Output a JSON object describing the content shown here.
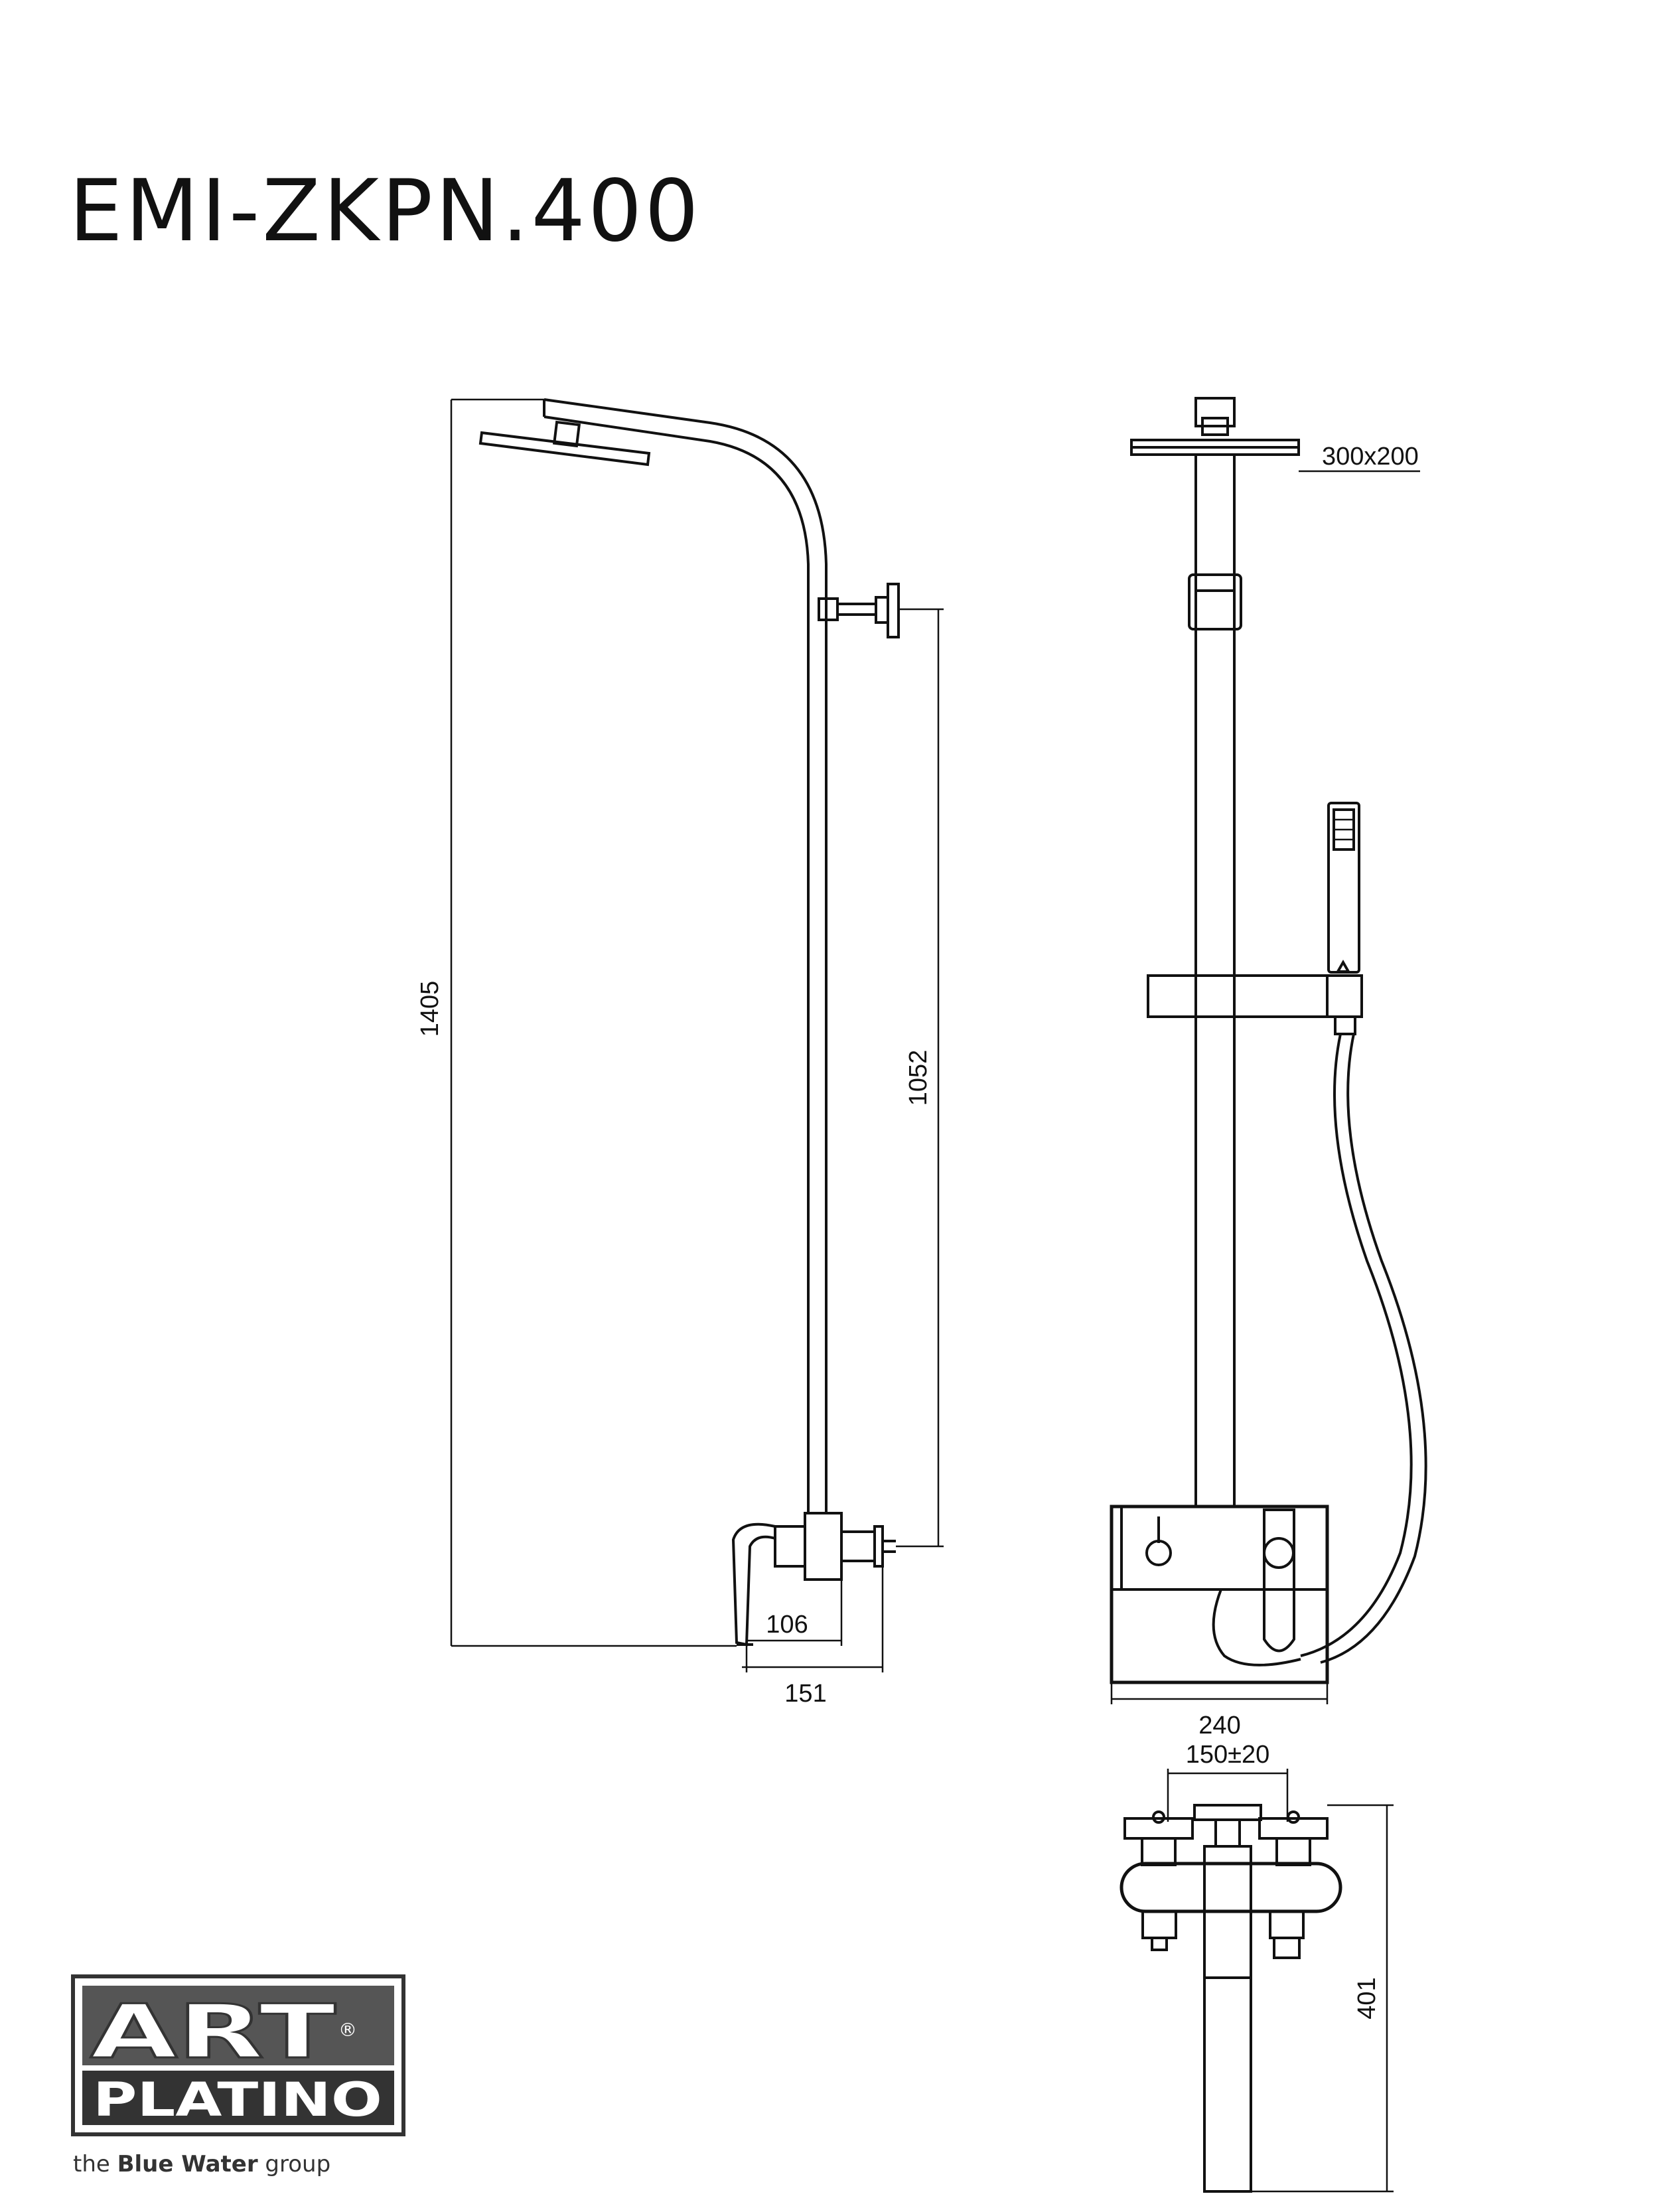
{
  "title": "EMI-ZKPN.400",
  "dimensions": {
    "total_height": "1405",
    "arm_to_mixer": "1052",
    "depth_106": "106",
    "depth_151": "151",
    "head_size": "300x200",
    "width": "240",
    "spacing": "150±20",
    "mixer_height": "401"
  },
  "logo": {
    "line1": "ART",
    "registered": "®",
    "line2": "PLATINO",
    "tagline_pre": "the ",
    "tagline_bold": "Blue Water",
    "tagline_post": " group"
  }
}
